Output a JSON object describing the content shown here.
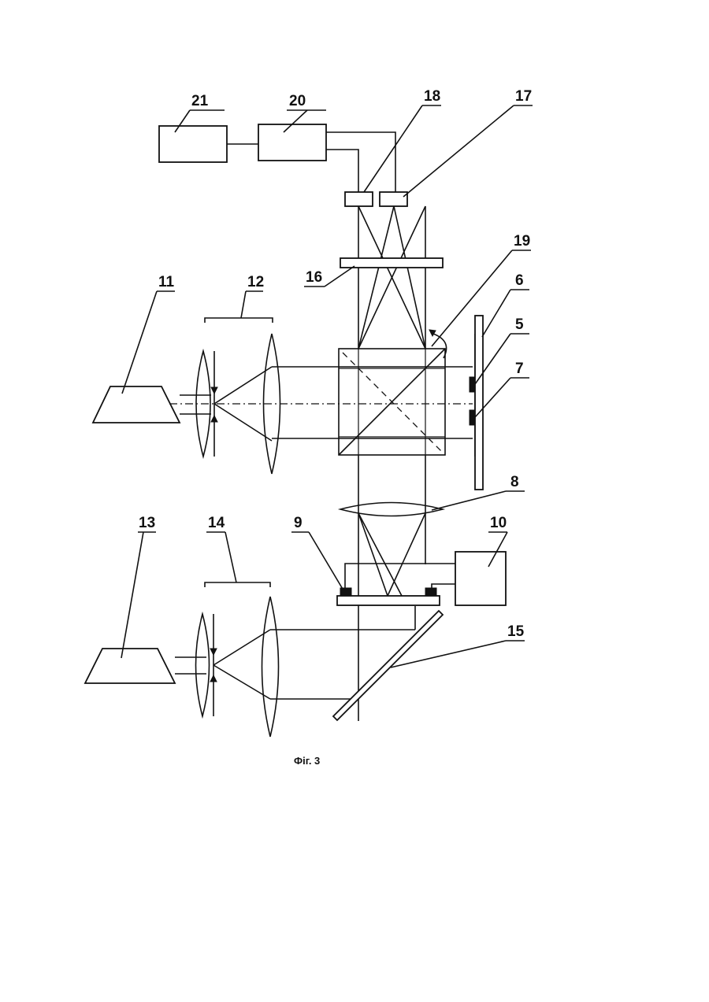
{
  "figure": {
    "caption": "Фіг. 3",
    "labels": {
      "l5": "5",
      "l6": "6",
      "l7": "7",
      "l8": "8",
      "l9": "9",
      "l10": "10",
      "l11": "11",
      "l12": "12",
      "l13": "13",
      "l14": "14",
      "l15": "15",
      "l16": "16",
      "l17": "17",
      "l18": "18",
      "l19": "19",
      "l20": "20",
      "l21": "21"
    }
  }
}
